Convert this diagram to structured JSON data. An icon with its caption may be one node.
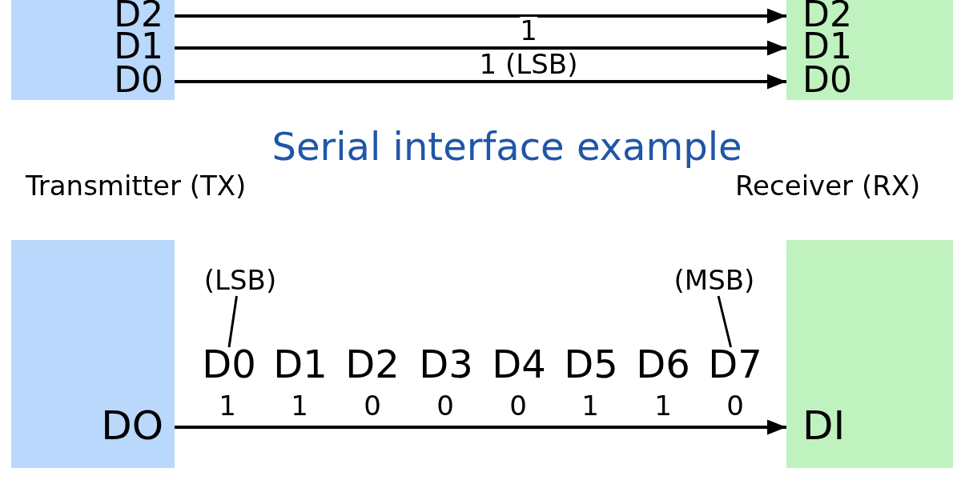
{
  "diagram": {
    "nodes": [
      {
        "text": [],
        "shape": "box"
      },
      {
        "text": [
          "D2"
        ],
        "in": 0
      },
      {
        "text": [
          "D1"
        ],
        "in": 0
      },
      {
        "text": [
          "D0"
        ],
        "in": 0
      },
      {
        "text": [],
        "shape": "box"
      },
      {
        "text": [
          "D2"
        ],
        "in": 4
      },
      {
        "text": [
          "D1"
        ],
        "in": 4
      },
      {
        "text": [
          "D0"
        ],
        "in": 4
      },
      {
        "text": [
          "Transmitter (TX)"
        ]
      },
      {
        "text": [
          "DO"
        ],
        "in": 8
      },
      {
        "text": [
          "Receiver (RX)"
        ]
      },
      {
        "text": [
          "DI"
        ],
        "in": 10
      },
      {
        "text": [
          "(LSB)"
        ]
      },
      {
        "text": [
          "D0"
        ]
      },
      {
        "text": [
          "(MSB)"
        ]
      },
      {
        "text": [
          "D7"
        ]
      }
    ],
    "edges": [
      {
        "from": 1,
        "to": 5,
        "arrow": "to"
      },
      {
        "from": 2,
        "to": 6,
        "arrow": "to",
        "label": "1"
      },
      {
        "from": 3,
        "to": 7,
        "arrow": "to",
        "label": "1 (LSB)"
      },
      {
        "from": 9,
        "to": 11,
        "arrow": "to"
      },
      {
        "from": 12,
        "to": 13,
        "arrow": "none"
      },
      {
        "from": 14,
        "to": 15,
        "arrow": "none"
      }
    ],
    "labels": [
      "Serial interface example",
      "D1",
      "D2",
      "D3",
      "D4",
      "D5",
      "D6",
      "1",
      "1",
      "0",
      "0",
      "0",
      "1",
      "1",
      "0"
    ]
  }
}
